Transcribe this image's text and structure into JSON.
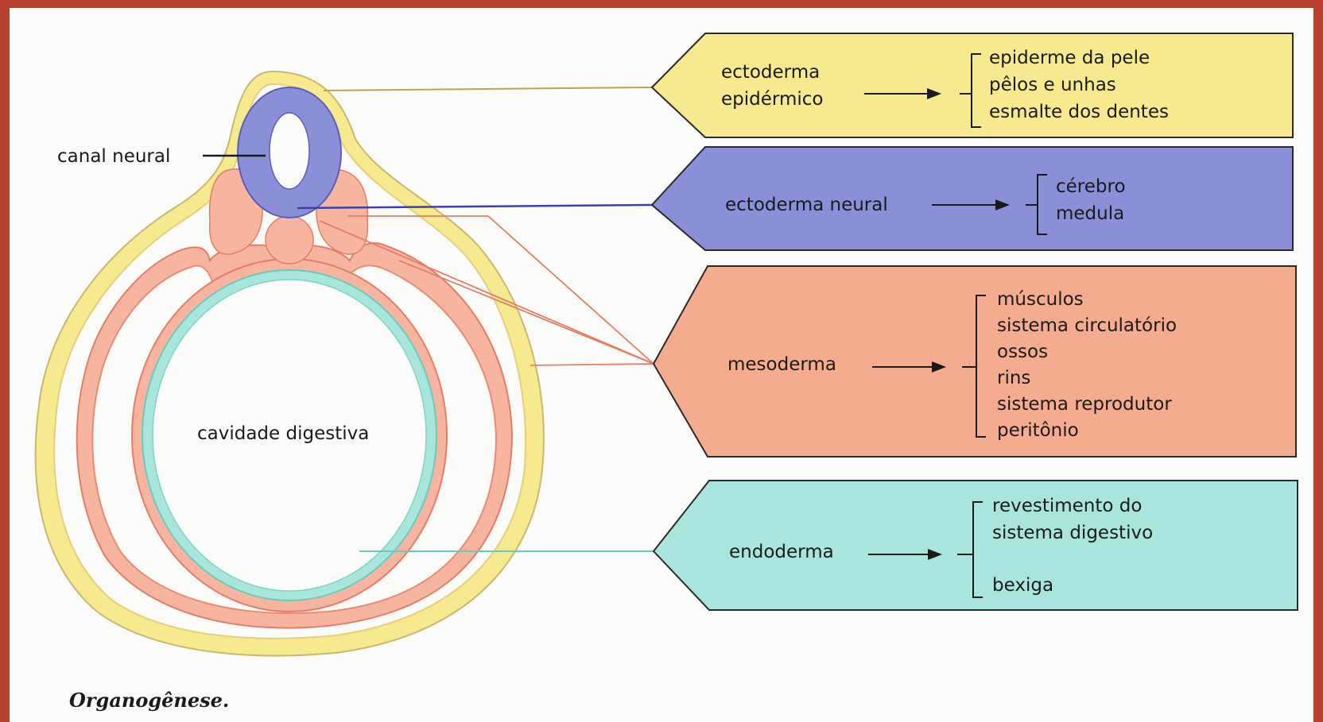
{
  "caption": "Organogênese.",
  "labels": {
    "canal_neural": "canal neural",
    "cavidade_digestiva": "cavidade digestiva"
  },
  "layers": {
    "ectoderma_epidermico": {
      "name_line1": "ectoderma",
      "name_line2": "epidérmico",
      "color": "#f6e98e",
      "items": [
        "epiderme da pele",
        "pêlos e unhas",
        "esmalte dos dentes"
      ]
    },
    "ectoderma_neural": {
      "name": "ectoderma neural",
      "color": "#8b8fd8",
      "items": [
        "cérebro",
        "medula"
      ]
    },
    "mesoderma": {
      "name": "mesoderma",
      "color": "#f5ab8e",
      "items": [
        "músculos",
        "sistema circulatório",
        "ossos",
        "rins",
        "sistema reprodutor",
        "peritônio"
      ]
    },
    "endoderma": {
      "name": "endoderma",
      "color": "#a8e6dd",
      "items": [
        "revestimento do",
        "sistema digestivo",
        "bexiga"
      ]
    }
  }
}
